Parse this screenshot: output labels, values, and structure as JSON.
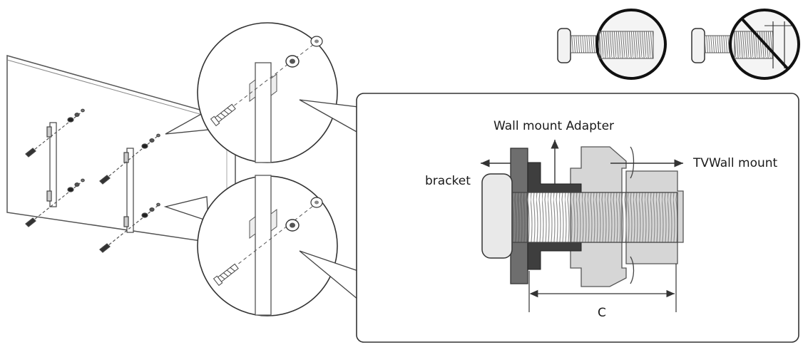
{
  "labels": {
    "wall_mount_adapter": "Wall mount Adapter",
    "bracket": "bracket",
    "tv_wall_mount": "TVWall mount",
    "dimension_c": "C"
  },
  "icons": {
    "correct_screw": "screw-engagement-correct-icon",
    "incorrect_screw": "screw-engagement-incorrect-icon"
  },
  "colors": {
    "line": "#333333",
    "bracket_fill": "#6e6e6e",
    "adapter_fill": "#4a4a4a",
    "mount_fill": "#d4d4d4",
    "screw_fill": "#e6e6e6"
  }
}
